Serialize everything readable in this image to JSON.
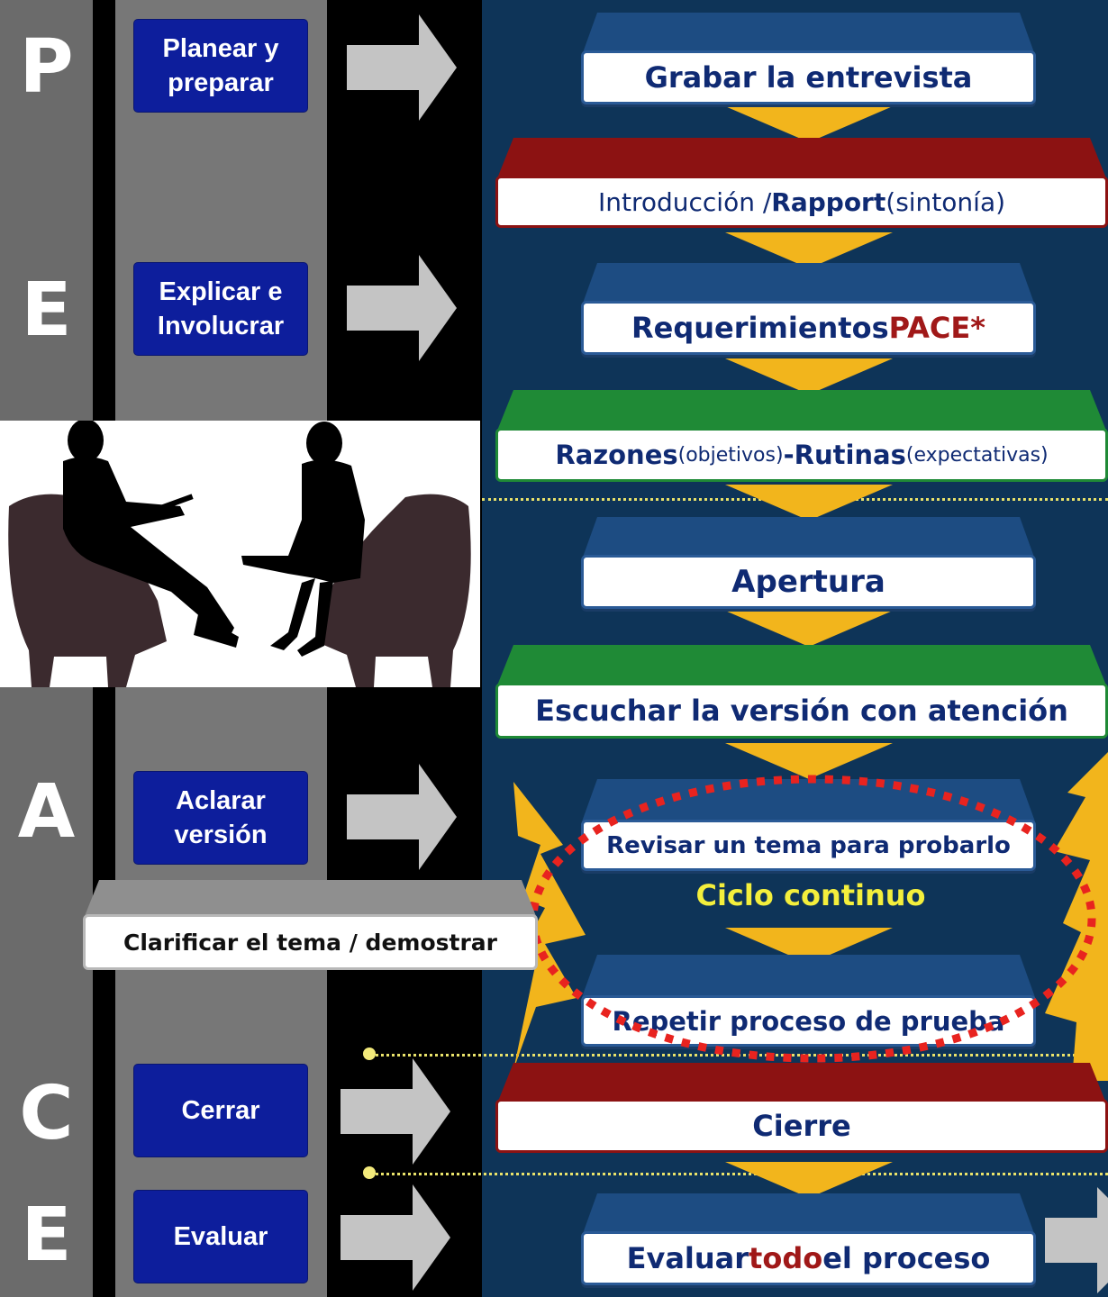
{
  "letters": [
    "P",
    "E",
    "A",
    "C",
    "E"
  ],
  "steps": [
    {
      "line1": "Planear y",
      "line2": "preparar"
    },
    {
      "line1": "Explicar e",
      "line2": "Involucrar"
    },
    {
      "line1": "Aclarar",
      "line2": "versión"
    },
    {
      "line1": "Cerrar",
      "line2": ""
    },
    {
      "line1": "Evaluar",
      "line2": ""
    }
  ],
  "stages": {
    "grabar": "Grabar la entrevista",
    "intro": {
      "a": "Introducción / ",
      "b": "Rapport",
      "c": " (sintonía)"
    },
    "requerimientos": {
      "a": "Requerimientos ",
      "b": "PACE*"
    },
    "razones": {
      "a": "Razones",
      "b": " (objetivos) ",
      "c": "- ",
      "d": "Rutinas",
      "e": " (expectativas)"
    },
    "apertura": "Apertura",
    "escuchar": "Escuchar la versión con atención",
    "revisar": "Revisar un tema para probarlo",
    "ciclo": "Ciclo continuo",
    "repetir": "Repetir proceso de prueba",
    "cierre": "Cierre",
    "evaluar": {
      "a": "Evaluar ",
      "b": "todo",
      "c": " el proceso"
    }
  },
  "clarificar": "Clarificar el tema / demostrar",
  "colors": {
    "background": "#0e3458",
    "step_button": "#0d1e9c",
    "cap_blue": "#1d4c82",
    "cap_red": "#8c1212",
    "cap_green": "#1f8a36",
    "arrow_yellow": "#f2b51c",
    "cycle_dots": "#e8231f",
    "cycle_text": "#f4ef3c"
  }
}
